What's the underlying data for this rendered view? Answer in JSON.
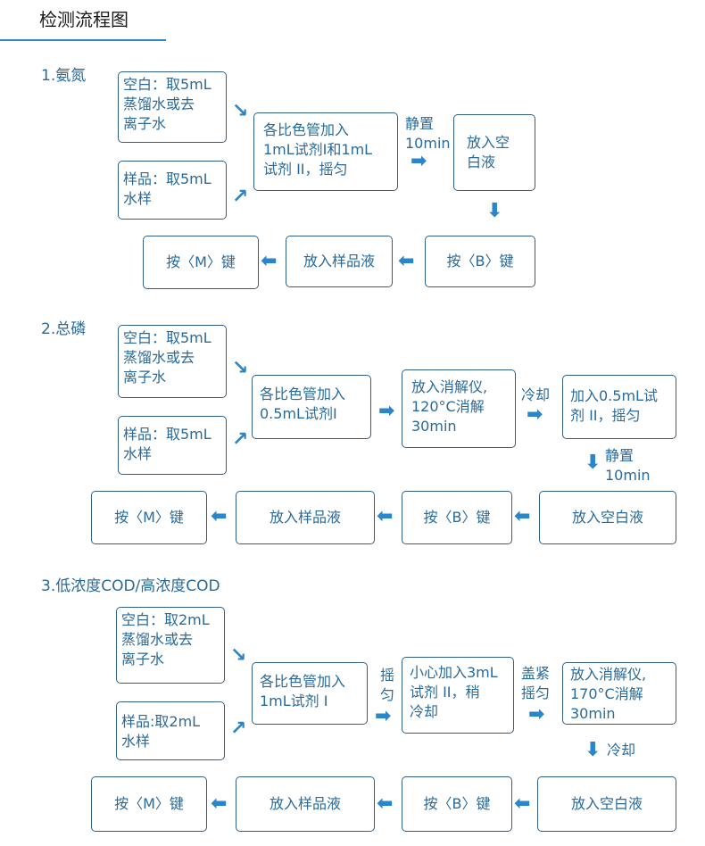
{
  "page_title": "检测流程图",
  "sections": [
    {
      "title": "1.氨氮",
      "blank": [
        "空白：取5mL",
        "蒸馏水或去",
        "离子水"
      ],
      "sample": [
        "样品：取5mL",
        "水样"
      ],
      "step1": [
        "各比色管加入",
        "1mL试剂I和1mL",
        "试剂 II，摇匀"
      ],
      "label1": [
        "静置",
        "10min"
      ],
      "step2": [
        "放入空",
        "白液"
      ],
      "step3": "按〈B〉键",
      "step4": "放入样品液",
      "step5": "按〈M〉键"
    },
    {
      "title": "2.总磷",
      "blank": [
        "空白：取5mL",
        "蒸馏水或去",
        "离子水"
      ],
      "sample": [
        "样品：取5mL",
        "水样"
      ],
      "step1": [
        "各比色管加入",
        "0.5mL试剂I"
      ],
      "step2": [
        "放入消解仪,",
        "120°C消解",
        "30min"
      ],
      "label2": "冷却",
      "step3": [
        "加入0.5mL试",
        "剂 II，摇匀"
      ],
      "label3": [
        "静置",
        "10min"
      ],
      "step4": "放入空白液",
      "step5": "按〈B〉键",
      "step6": "放入样品液",
      "step7": "按〈M〉键"
    },
    {
      "title": "3.低浓度COD/高浓度COD",
      "blank": [
        "空白：取2mL",
        "蒸馏水或去",
        "离子水"
      ],
      "sample": [
        "样品:取2mL",
        "水样"
      ],
      "step1": [
        "各比色管加入",
        "1mL试剂 I"
      ],
      "label1": [
        "摇",
        "匀"
      ],
      "step2": [
        "小心加入3mL",
        "试剂 II，稍",
        "冷却"
      ],
      "label2": [
        "盖紧",
        "摇匀"
      ],
      "step3": [
        "放入消解仪,",
        "170°C消解",
        "30min"
      ],
      "label3": "冷却",
      "step4": "放入空白液",
      "step5": "按〈B〉键",
      "step6": "放入样品液",
      "step7": "按〈M〉键"
    }
  ]
}
